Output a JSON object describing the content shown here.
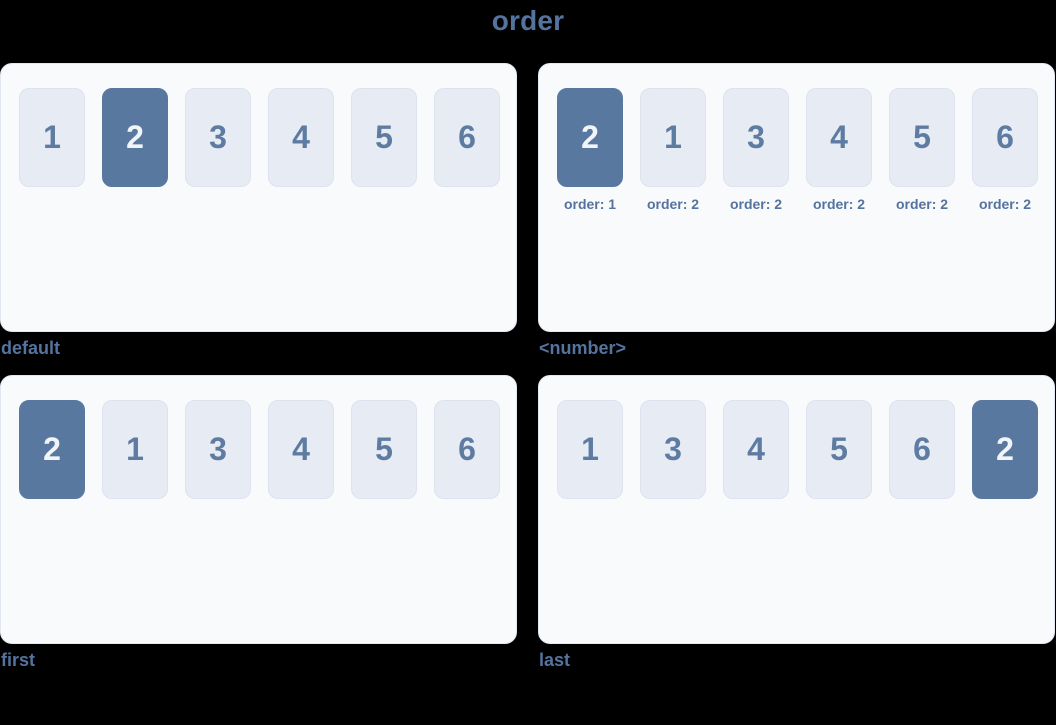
{
  "title": "order",
  "colors": {
    "page_bg": "#000000",
    "accent_text": "#54739f",
    "panel_bg": "#f8fafc",
    "panel_border": "#e2e8f0",
    "box_bg": "#e7ecf4",
    "box_border": "#dce3ee",
    "box_text": "#5e7ca2",
    "highlight_bg": "#5878a0",
    "highlight_text": "#f1f5f9"
  },
  "panels": [
    {
      "caption": "default",
      "items": [
        {
          "label": "1",
          "highlighted": false
        },
        {
          "label": "2",
          "highlighted": true
        },
        {
          "label": "3",
          "highlighted": false
        },
        {
          "label": "4",
          "highlighted": false
        },
        {
          "label": "5",
          "highlighted": false
        },
        {
          "label": "6",
          "highlighted": false
        }
      ]
    },
    {
      "caption": "<number>",
      "items": [
        {
          "label": "2",
          "highlighted": true,
          "sublabel": "order: 1"
        },
        {
          "label": "1",
          "highlighted": false,
          "sublabel": "order: 2"
        },
        {
          "label": "3",
          "highlighted": false,
          "sublabel": "order: 2"
        },
        {
          "label": "4",
          "highlighted": false,
          "sublabel": "order: 2"
        },
        {
          "label": "5",
          "highlighted": false,
          "sublabel": "order: 2"
        },
        {
          "label": "6",
          "highlighted": false,
          "sublabel": "order: 2"
        }
      ]
    },
    {
      "caption": "first",
      "items": [
        {
          "label": "2",
          "highlighted": true
        },
        {
          "label": "1",
          "highlighted": false
        },
        {
          "label": "3",
          "highlighted": false
        },
        {
          "label": "4",
          "highlighted": false
        },
        {
          "label": "5",
          "highlighted": false
        },
        {
          "label": "6",
          "highlighted": false
        }
      ]
    },
    {
      "caption": "last",
      "items": [
        {
          "label": "1",
          "highlighted": false
        },
        {
          "label": "3",
          "highlighted": false
        },
        {
          "label": "4",
          "highlighted": false
        },
        {
          "label": "5",
          "highlighted": false
        },
        {
          "label": "6",
          "highlighted": false
        },
        {
          "label": "2",
          "highlighted": true
        }
      ]
    }
  ]
}
